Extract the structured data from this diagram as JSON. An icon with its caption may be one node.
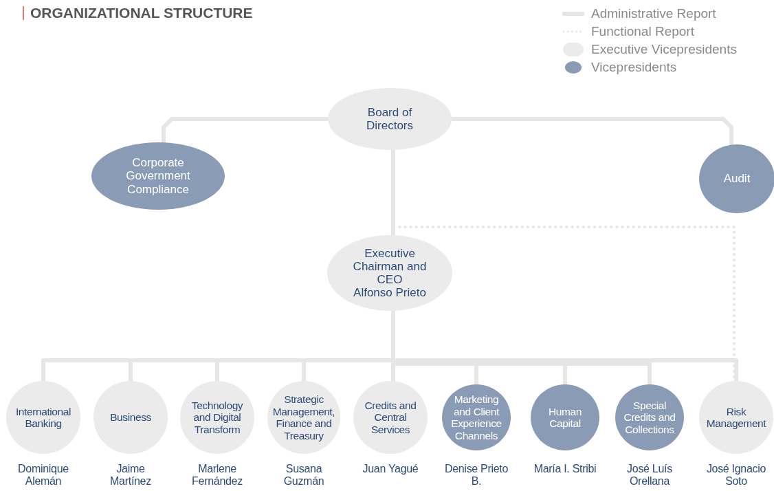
{
  "diagram": {
    "title": "ORGANIZATIONAL STRUCTURE",
    "nodes": [
      {
        "text": [
          "Board of Directors"
        ]
      },
      {
        "text": [
          "Corporate Government Compliance"
        ]
      },
      {
        "text": [
          "Audit"
        ]
      },
      {
        "text": [
          "Executive Chairman and CEO",
          "Alfonso Prieto"
        ]
      },
      {
        "text": [
          "International Banking"
        ],
        "beside": [
          "Dominique Alemán"
        ]
      },
      {
        "text": [
          "Business"
        ],
        "beside": [
          "Jaime Martínez"
        ]
      },
      {
        "text": [
          "Technology and Digital Transform"
        ],
        "beside": [
          "Marlene Fernández"
        ]
      },
      {
        "text": [
          "Strategic Management, Finance and Treasury"
        ],
        "beside": [
          "Susana Guzmán"
        ]
      },
      {
        "text": [
          "Credits and Central Services"
        ],
        "beside": [
          "Juan Yagué"
        ]
      },
      {
        "text": [
          "Marketing and Client Experience Channels"
        ],
        "beside": [
          "Denise Prieto B."
        ]
      },
      {
        "text": [
          "Human Capital"
        ],
        "beside": [
          "María I. Stribi"
        ]
      },
      {
        "text": [
          "Special Credits and Collections"
        ],
        "beside": [
          "José Luís Orellana"
        ]
      },
      {
        "text": [
          "Risk Management"
        ],
        "beside": [
          "José Ignacio Soto"
        ]
      }
    ],
    "edges": [
      {
        "from": 0,
        "to": 1,
        "arrow": "none"
      },
      {
        "from": 0,
        "to": 2,
        "arrow": "none"
      },
      {
        "from": 0,
        "to": 3,
        "arrow": "none"
      },
      {
        "from": 3,
        "to": 4,
        "arrow": "none"
      },
      {
        "from": 3,
        "to": 5,
        "arrow": "none"
      },
      {
        "from": 3,
        "to": 6,
        "arrow": "none"
      },
      {
        "from": 3,
        "to": 7,
        "arrow": "none"
      },
      {
        "from": 3,
        "to": 8,
        "arrow": "none"
      },
      {
        "from": 3,
        "to": 9,
        "arrow": "none"
      },
      {
        "from": 3,
        "to": 10,
        "arrow": "none"
      },
      {
        "from": 3,
        "to": 11,
        "arrow": "none"
      },
      {
        "from": 3,
        "to": 12,
        "arrow": "none"
      },
      {
        "from": 0,
        "to": 12,
        "arrow": "none",
        "style": "dashed"
      }
    ],
    "legend": [
      {
        "text": "Administrative Report"
      },
      {
        "text": "Functional Report"
      },
      {
        "text": "Executive Vicepresidents",
        "color": "#ebebeb"
      },
      {
        "text": "Vicepresidents",
        "color": "#8a9bb5"
      }
    ]
  }
}
